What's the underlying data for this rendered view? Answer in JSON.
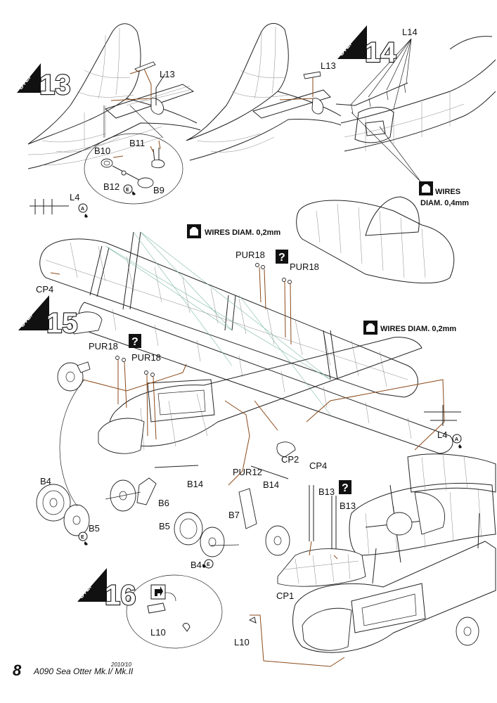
{
  "steps": [
    {
      "number": "13",
      "word": "STEP"
    },
    {
      "number": "14",
      "word": "STEP"
    },
    {
      "number": "15",
      "word": "STEP"
    },
    {
      "number": "16",
      "word": "STEP"
    }
  ],
  "labels": {
    "l13_a": "L13",
    "l13_b": "L13",
    "l14": "L14",
    "b10": "B10",
    "b11": "B11",
    "b12": "B12",
    "b9": "B9",
    "l4_top": "L4",
    "cp4_left": "CP4",
    "pur18_top": "PUR18",
    "pur18_top_right": "PUR18",
    "pur18_left": "PUR18",
    "pur18_left_b": "PUR18",
    "cp2": "CP2",
    "pur12": "PUR12",
    "cp4_right": "CP4",
    "l4_right": "L4",
    "b4_left": "B4",
    "b5_left": "B5",
    "b14_a": "B14",
    "b6": "B6",
    "b14_b": "B14",
    "b5_mid": "B5",
    "b7": "B7",
    "b4_mid": "B4",
    "b13_a": "B13",
    "b13_b": "B13",
    "cp1": "CP1",
    "l10_a": "L10",
    "l10_b": "L10"
  },
  "notes": {
    "wires_04_line1": "WIRES",
    "wires_04_line2": "DIAM. 0,4mm",
    "wires_02_a": "WIRES DIAM. 0,2mm",
    "wires_02_b": "WIRES DIAM. 0,2mm"
  },
  "icon_letters": {
    "a": "A",
    "e": "E",
    "q": "?"
  },
  "footer": {
    "page_number": "8",
    "title": "A090 Sea Otter Mk.I/ Mk.II",
    "date": "2010/10"
  },
  "colors": {
    "leader": "#8a4a1a",
    "wire": "#7fb9a8",
    "ink": "#111111"
  }
}
